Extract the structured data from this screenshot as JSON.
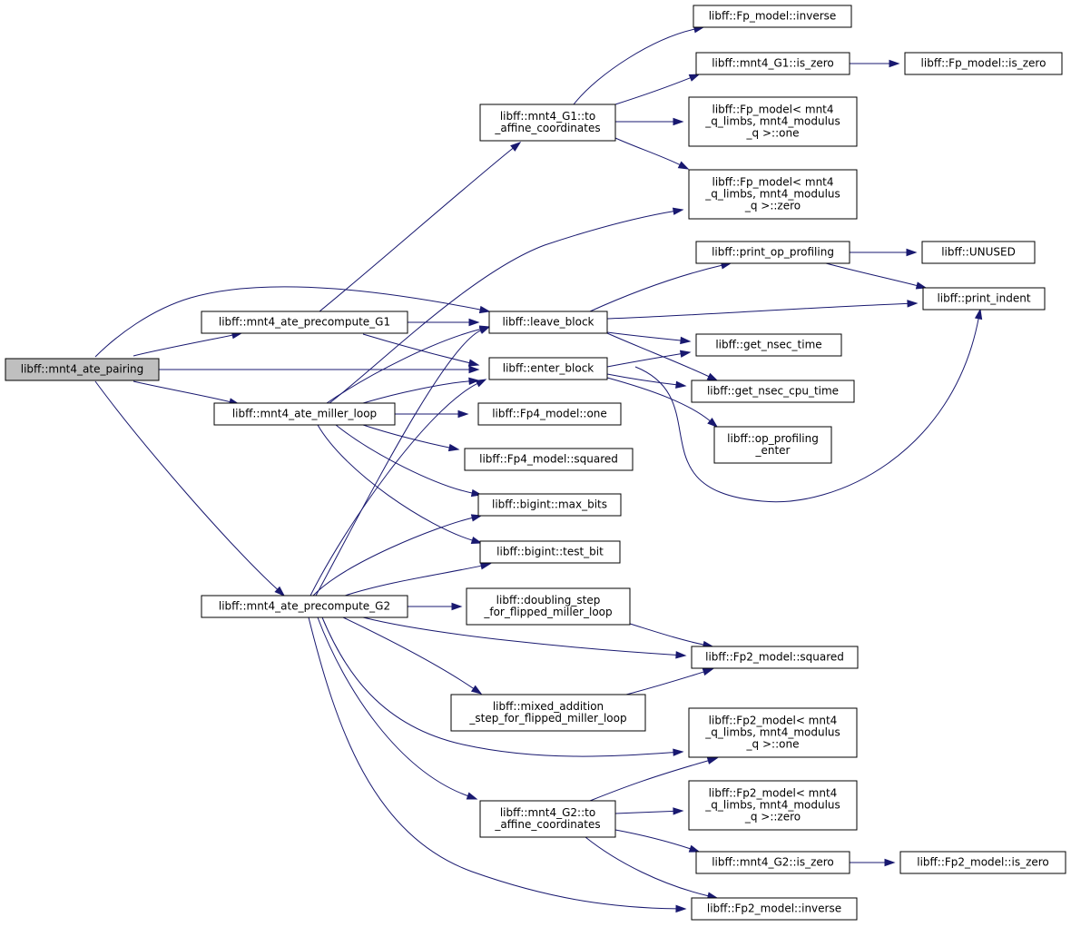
{
  "diagram": {
    "colors": {
      "edge": "#191970",
      "node_border": "#000000",
      "root_fill": "#bfbfbf",
      "node_fill": "#ffffff"
    },
    "nodes": [
      {
        "id": "pairing",
        "lines": [
          "libff::mnt4_ate_pairing"
        ],
        "root": true
      },
      {
        "id": "precompute_g1",
        "lines": [
          "libff::mnt4_ate_precompute_G1"
        ]
      },
      {
        "id": "miller_loop",
        "lines": [
          "libff::mnt4_ate_miller_loop"
        ]
      },
      {
        "id": "precompute_g2",
        "lines": [
          "libff::mnt4_ate_precompute_G2"
        ]
      },
      {
        "id": "g1_to_affine",
        "lines": [
          "libff::mnt4_G1::to",
          "_affine_coordinates"
        ]
      },
      {
        "id": "leave_block",
        "lines": [
          "libff::leave_block"
        ]
      },
      {
        "id": "enter_block",
        "lines": [
          "libff::enter_block"
        ]
      },
      {
        "id": "fp4_one",
        "lines": [
          "libff::Fp4_model::one"
        ]
      },
      {
        "id": "fp4_squared",
        "lines": [
          "libff::Fp4_model::squared"
        ]
      },
      {
        "id": "max_bits",
        "lines": [
          "libff::bigint::max_bits"
        ]
      },
      {
        "id": "test_bit",
        "lines": [
          "libff::bigint::test_bit"
        ]
      },
      {
        "id": "doubling_step",
        "lines": [
          "libff::doubling_step",
          "_for_flipped_miller_loop"
        ]
      },
      {
        "id": "mixed_addition",
        "lines": [
          "libff::mixed_addition",
          "_step_for_flipped_miller_loop"
        ]
      },
      {
        "id": "g2_to_affine",
        "lines": [
          "libff::mnt4_G2::to",
          "_affine_coordinates"
        ]
      },
      {
        "id": "fp_inverse",
        "lines": [
          "libff::Fp_model::inverse"
        ]
      },
      {
        "id": "g1_is_zero",
        "lines": [
          "libff::mnt4_G1::is_zero"
        ]
      },
      {
        "id": "fp_one",
        "lines": [
          "libff::Fp_model< mnt4",
          "_q_limbs, mnt4_modulus",
          "_q >::one"
        ]
      },
      {
        "id": "fp_zero",
        "lines": [
          "libff::Fp_model< mnt4",
          "_q_limbs, mnt4_modulus",
          "_q >::zero"
        ]
      },
      {
        "id": "print_op_profiling",
        "lines": [
          "libff::print_op_profiling"
        ]
      },
      {
        "id": "get_nsec_time",
        "lines": [
          "libff::get_nsec_time"
        ]
      },
      {
        "id": "get_nsec_cpu_time",
        "lines": [
          "libff::get_nsec_cpu_time"
        ]
      },
      {
        "id": "op_profiling_enter",
        "lines": [
          "libff::op_profiling",
          "_enter"
        ]
      },
      {
        "id": "fp2_squared",
        "lines": [
          "libff::Fp2_model::squared"
        ]
      },
      {
        "id": "fp2_one",
        "lines": [
          "libff::Fp2_model< mnt4",
          "_q_limbs, mnt4_modulus",
          "_q >::one"
        ]
      },
      {
        "id": "fp2_zero",
        "lines": [
          "libff::Fp2_model< mnt4",
          "_q_limbs, mnt4_modulus",
          "_q >::zero"
        ]
      },
      {
        "id": "g2_is_zero",
        "lines": [
          "libff::mnt4_G2::is_zero"
        ]
      },
      {
        "id": "fp2_inverse",
        "lines": [
          "libff::Fp2_model::inverse"
        ]
      },
      {
        "id": "fp_is_zero",
        "lines": [
          "libff::Fp_model::is_zero"
        ]
      },
      {
        "id": "unused",
        "lines": [
          "libff::UNUSED"
        ]
      },
      {
        "id": "print_indent",
        "lines": [
          "libff::print_indent"
        ]
      },
      {
        "id": "fp2_is_zero",
        "lines": [
          "libff::Fp2_model::is_zero"
        ]
      }
    ],
    "edges": [
      {
        "from": "pairing",
        "to": "precompute_g1"
      },
      {
        "from": "pairing",
        "to": "leave_block"
      },
      {
        "from": "pairing",
        "to": "enter_block"
      },
      {
        "from": "pairing",
        "to": "miller_loop"
      },
      {
        "from": "pairing",
        "to": "precompute_g2"
      },
      {
        "from": "precompute_g1",
        "to": "g1_to_affine"
      },
      {
        "from": "precompute_g1",
        "to": "leave_block"
      },
      {
        "from": "precompute_g1",
        "to": "enter_block"
      },
      {
        "from": "miller_loop",
        "to": "fp_zero"
      },
      {
        "from": "miller_loop",
        "to": "leave_block"
      },
      {
        "from": "miller_loop",
        "to": "enter_block"
      },
      {
        "from": "miller_loop",
        "to": "fp4_one"
      },
      {
        "from": "miller_loop",
        "to": "fp4_squared"
      },
      {
        "from": "miller_loop",
        "to": "max_bits"
      },
      {
        "from": "miller_loop",
        "to": "test_bit"
      },
      {
        "from": "precompute_g2",
        "to": "leave_block"
      },
      {
        "from": "precompute_g2",
        "to": "enter_block"
      },
      {
        "from": "precompute_g2",
        "to": "max_bits"
      },
      {
        "from": "precompute_g2",
        "to": "test_bit"
      },
      {
        "from": "precompute_g2",
        "to": "doubling_step"
      },
      {
        "from": "precompute_g2",
        "to": "fp2_squared"
      },
      {
        "from": "precompute_g2",
        "to": "mixed_addition"
      },
      {
        "from": "precompute_g2",
        "to": "fp2_one"
      },
      {
        "from": "precompute_g2",
        "to": "g2_to_affine"
      },
      {
        "from": "precompute_g2",
        "to": "fp2_inverse"
      },
      {
        "from": "g1_to_affine",
        "to": "fp_inverse"
      },
      {
        "from": "g1_to_affine",
        "to": "g1_is_zero"
      },
      {
        "from": "g1_to_affine",
        "to": "fp_one"
      },
      {
        "from": "g1_to_affine",
        "to": "fp_zero"
      },
      {
        "from": "g1_is_zero",
        "to": "fp_is_zero"
      },
      {
        "from": "leave_block",
        "to": "print_op_profiling"
      },
      {
        "from": "leave_block",
        "to": "print_indent"
      },
      {
        "from": "leave_block",
        "to": "get_nsec_time"
      },
      {
        "from": "leave_block",
        "to": "get_nsec_cpu_time"
      },
      {
        "from": "print_op_profiling",
        "to": "unused"
      },
      {
        "from": "print_op_profiling",
        "to": "print_indent"
      },
      {
        "from": "enter_block",
        "to": "get_nsec_time"
      },
      {
        "from": "enter_block",
        "to": "get_nsec_cpu_time"
      },
      {
        "from": "enter_block",
        "to": "op_profiling_enter"
      },
      {
        "from": "enter_block",
        "to": "print_indent"
      },
      {
        "from": "doubling_step",
        "to": "fp2_squared"
      },
      {
        "from": "mixed_addition",
        "to": "fp2_squared"
      },
      {
        "from": "g2_to_affine",
        "to": "fp2_one"
      },
      {
        "from": "g2_to_affine",
        "to": "fp2_zero"
      },
      {
        "from": "g2_to_affine",
        "to": "g2_is_zero"
      },
      {
        "from": "g2_to_affine",
        "to": "fp2_inverse"
      },
      {
        "from": "g2_is_zero",
        "to": "fp2_is_zero"
      }
    ]
  }
}
